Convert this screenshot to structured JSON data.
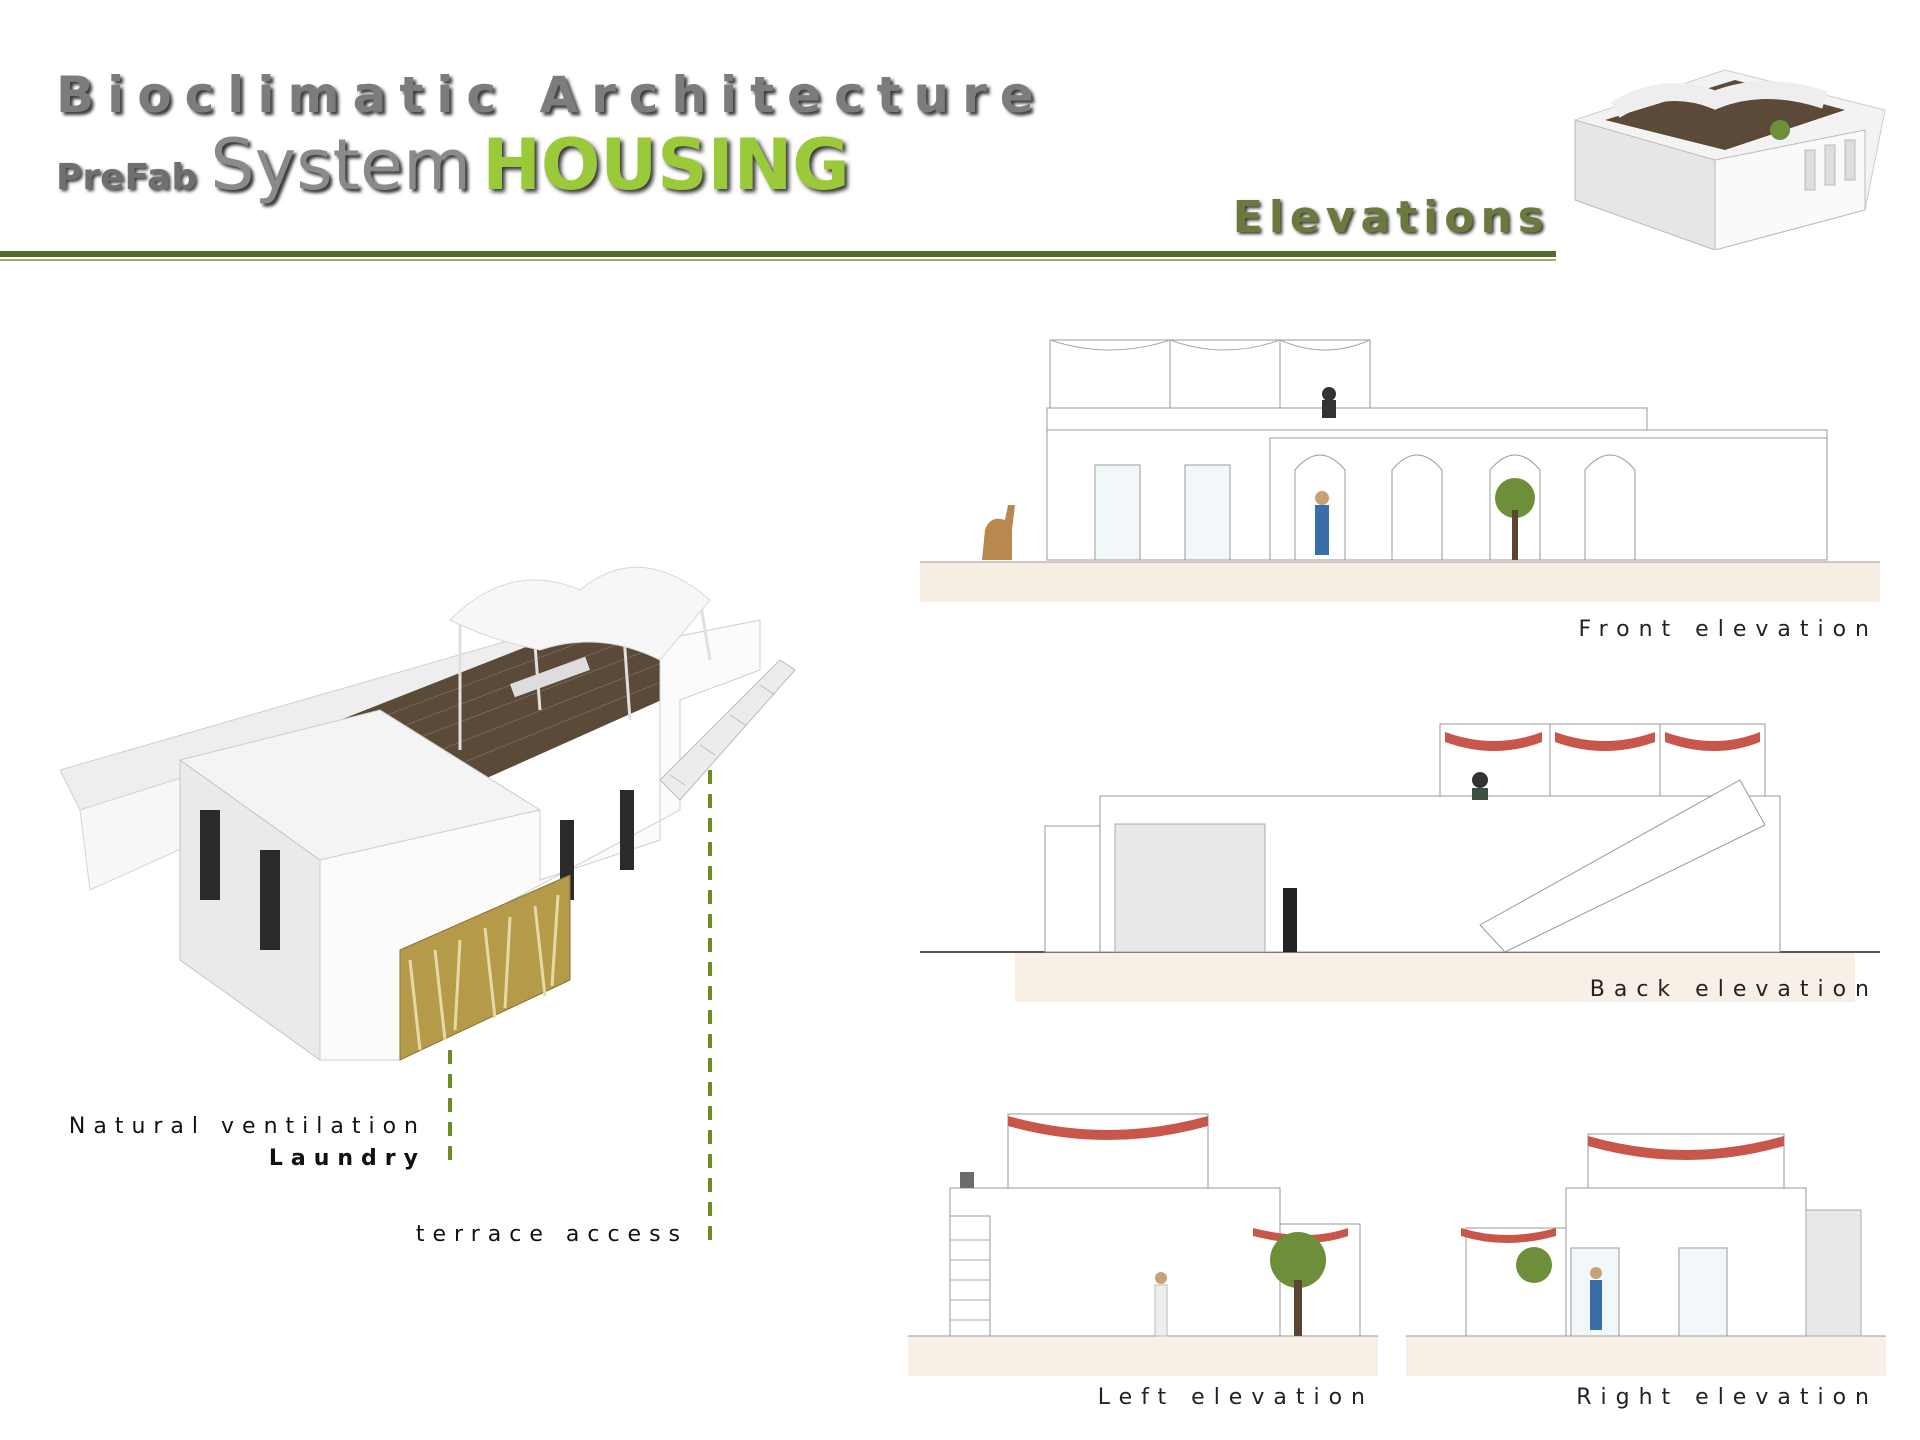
{
  "header": {
    "line1": "Bioclimatic Architecture",
    "prefix": "PreFab",
    "system": "System",
    "housing": "HOUSING",
    "section": "Elevations"
  },
  "annotations": {
    "natural_ventilation": "Natural ventilation",
    "laundry": "Laundry",
    "terrace_access": "terrace access"
  },
  "captions": {
    "front": "Front elevation",
    "back": "Back elevation",
    "left": "Left elevation",
    "right": "Right elevation"
  },
  "colors": {
    "accent_green": "#9ac93a",
    "rule_green": "#556b2f",
    "dash_green": "#6b8e23",
    "canopy_red": "#c9564a",
    "floor_brown": "#5b4a38"
  }
}
